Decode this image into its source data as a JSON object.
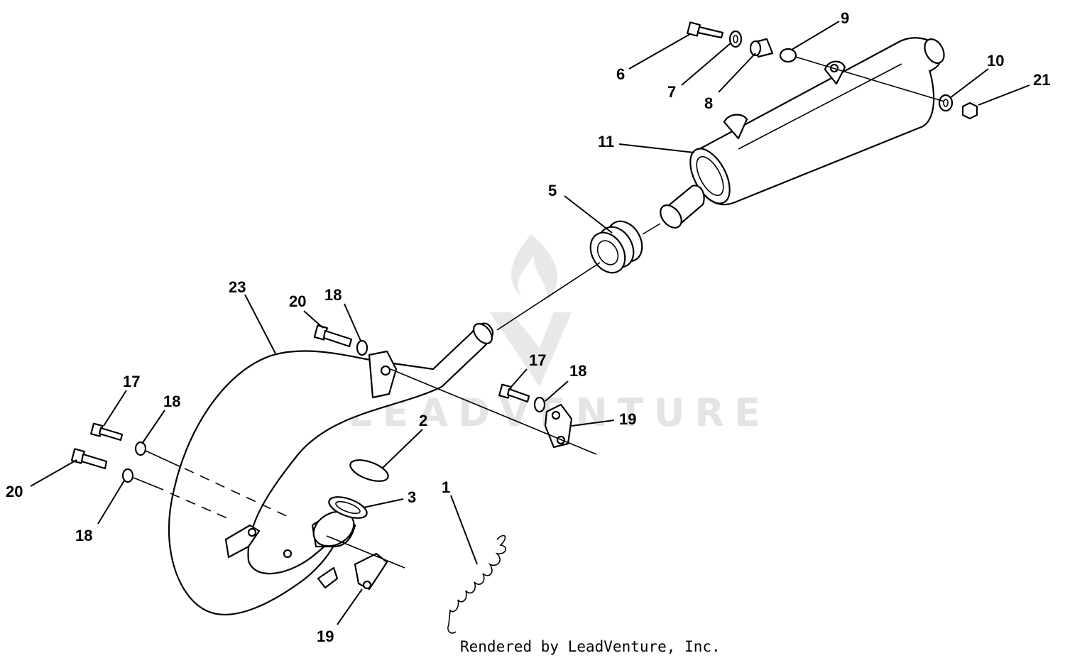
{
  "watermark": {
    "text": "LEADVENTURE"
  },
  "credit": {
    "text": "Rendered by LeadVenture, Inc."
  },
  "callouts": {
    "c1": "1",
    "c2": "2",
    "c3": "3",
    "c5": "5",
    "c6": "6",
    "c7": "7",
    "c8": "8",
    "c9": "9",
    "c10": "10",
    "c11": "11",
    "c17a": "17",
    "c17b": "17",
    "c18a": "18",
    "c18b": "18",
    "c18c": "18",
    "c18d": "18",
    "c19a": "19",
    "c19b": "19",
    "c20a": "20",
    "c20b": "20",
    "c21": "21",
    "c23": "23"
  },
  "colors": {
    "line": "#000000",
    "watermark": "#e4e4e4",
    "background": "#ffffff"
  }
}
